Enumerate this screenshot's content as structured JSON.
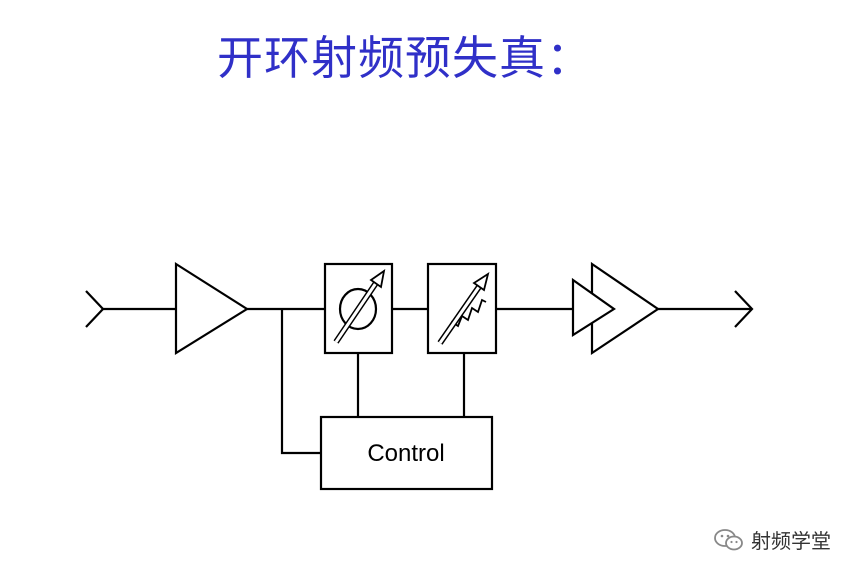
{
  "title": "开环射频预失真：",
  "diagram": {
    "control_label": "Control",
    "blocks": [
      "input-amplifier",
      "phase-shifter",
      "variable-attenuator",
      "power-amplifier"
    ]
  },
  "watermark": {
    "icon": "wechat-icon",
    "text": "射频学堂"
  },
  "colors": {
    "title": "#3030c8",
    "stroke": "#000000"
  }
}
